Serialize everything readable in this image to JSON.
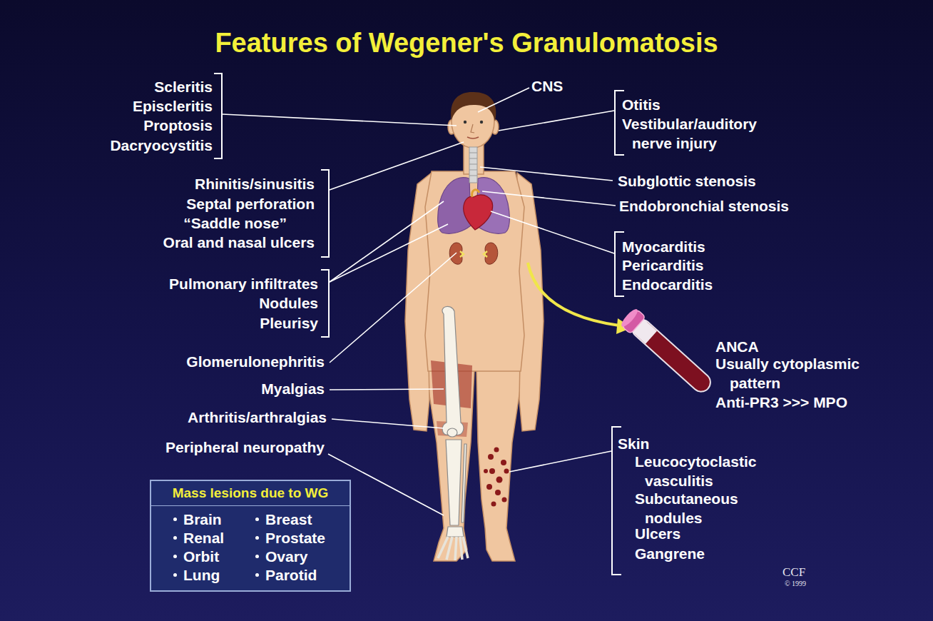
{
  "diagram": {
    "title": "Features of Wegener's Granulomatosis",
    "nodes": [
      {
        "text": [
          "Mass lesions due to WG",
          "Brain",
          "Breast",
          "Renal",
          "Prostate",
          "Orbit",
          "Ovary",
          "Lung",
          "Parotid"
        ]
      }
    ],
    "labels": [
      "CNS",
      "Scleritis",
      "Episcleritis",
      "Proptosis",
      "Dacryocystitis",
      "Otitis",
      "Vestibular/auditory nerve injury",
      "Rhinitis/sinusitis",
      "Septal perforation",
      "“Saddle nose”",
      "Oral and nasal ulcers",
      "Subglottic stenosis",
      "Endobronchial stenosis",
      "Pulmonary infiltrates",
      "Nodules",
      "Pleurisy",
      "Myocarditis",
      "Pericarditis",
      "Endocarditis",
      "Glomerulonephritis",
      "Myalgias",
      "Arthritis/arthralgias",
      "Peripheral neuropathy",
      "ANCA",
      "Usually cytoplasmic pattern",
      "Anti-PR3 >>> MPO",
      "Skin",
      "Leucocytoclastic vasculitis",
      "Subcutaneous nodules",
      "Ulcers",
      "Gangrene",
      "CCF",
      "© 1999"
    ]
  }
}
